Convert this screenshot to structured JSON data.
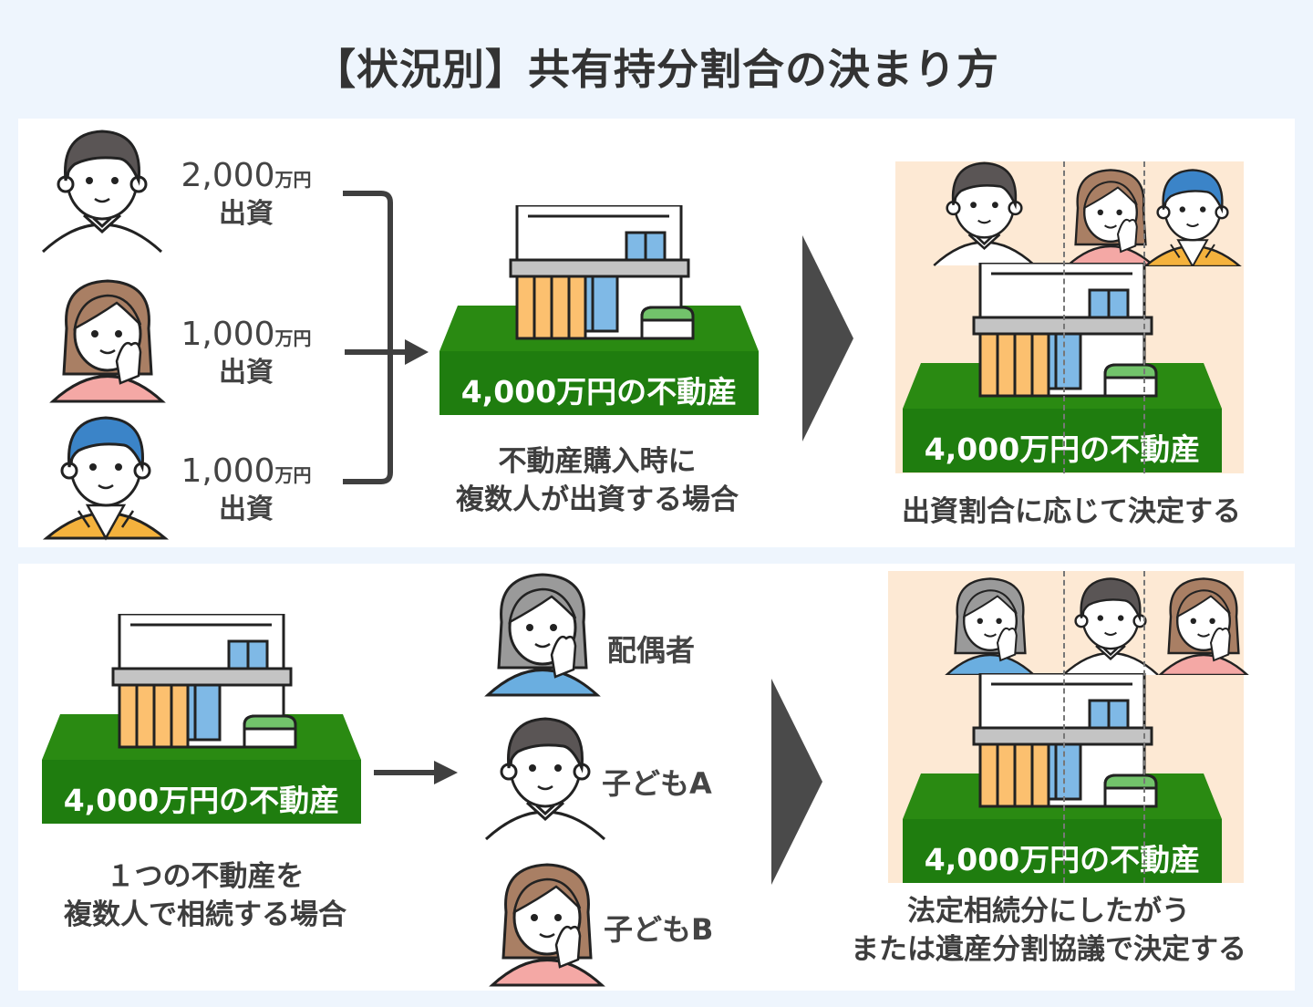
{
  "title": "【状況別】共有持分割合の決まり方",
  "colors": {
    "background": "#eef5fd",
    "panel": "#ffffff",
    "land_green": "#1f7d0f",
    "share_area": "#fde9d4",
    "arrow": "#4a4a4a"
  },
  "scenario_purchase": {
    "investors": [
      {
        "amount": "2,000",
        "unit": "万円",
        "label": "出資",
        "person": "man-dark-hair"
      },
      {
        "amount": "1,000",
        "unit": "万円",
        "label": "出資",
        "person": "woman-brown-hair"
      },
      {
        "amount": "1,000",
        "unit": "万円",
        "label": "出資",
        "person": "man-blue-hair"
      }
    ],
    "property_label": "4,000万円の不動産",
    "caption_lines": [
      "不動産購入時に",
      "複数人が出資する場合"
    ],
    "result_property_label": "4,000万円の不動産",
    "result_caption": "出資割合に応じて決定する"
  },
  "scenario_inheritance": {
    "property_label": "4,000万円の不動産",
    "caption_lines": [
      "１つの不動産を",
      "複数人で相続する場合"
    ],
    "heirs": [
      {
        "label": "配偶者",
        "person": "woman-gray-hair"
      },
      {
        "label": "子どもA",
        "person": "man-dark-hair"
      },
      {
        "label": "子どもB",
        "person": "woman-brown-hair"
      }
    ],
    "result_property_label": "4,000万円の不動産",
    "result_caption_lines": [
      "法定相続分にしたがう",
      "または遺産分割協議で決定する"
    ]
  }
}
